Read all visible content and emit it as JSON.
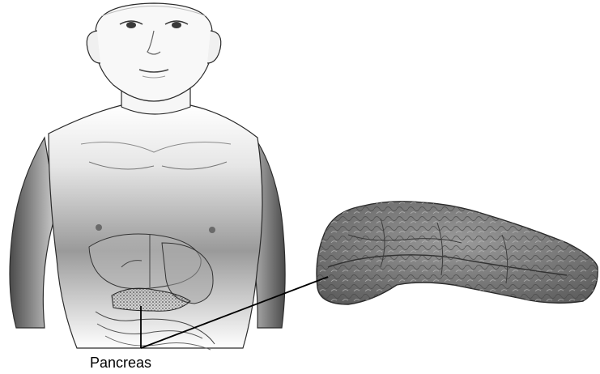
{
  "labels": {
    "organ_label": "Pancreas"
  },
  "colors": {
    "skin_dark": "#5a5a5a",
    "skin_light": "#ffffff",
    "outline": "#2b2b2b",
    "organ_fill": "#7a7a7a",
    "pointer_line": "#000000"
  },
  "icons": {
    "figure": "child-torso-illustration",
    "organ": "pancreas-illustration"
  }
}
